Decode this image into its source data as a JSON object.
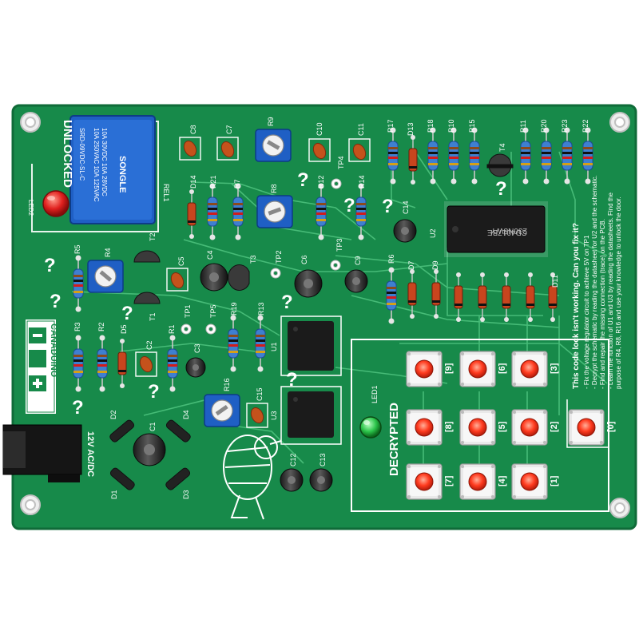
{
  "colors": {
    "board": "#178a4a",
    "board_dark": "#0f6b38",
    "trace": "#4fc47f",
    "silk": "#ffffff",
    "relay": "#1f5fc4",
    "led_red": "#e0201e",
    "led_green": "#2bc44a",
    "button_red": "#ff3b1f",
    "ic": "#1b1b1b",
    "pad": "#d9d9d9"
  },
  "board": {
    "relay_text": {
      "line1": "SONGLE",
      "line2": "10A 250VAC 10A 125VAC",
      "line3": "10A 30VDC 10A 28VDC",
      "line4": "SRD-09VDC-SL-C"
    },
    "unlocked": "UNLOCKED",
    "decrypted": "DECRYPTED",
    "brand": "CANADUINO",
    "power": "12V AC/DC",
    "ic_u2": {
      "line1": "230N8WY",
      "line2": "CD4017BE"
    },
    "instructions": {
      "line1": "This code lock isn't working. Can you fix it?",
      "line2": "- Fix the voltage regulator circuit to achieve 5V on TP1",
      "line3": "- Decrypt the schematic by reading the datasheet for U2 and the schematic.",
      "line4": "- Find and repair the missing connection (trace) on the PCB.",
      "line5": "- Learn the function of U1 and U3 by reading the datasheets. Find the",
      "line6": "purpose of R4, R8, R16 and use your knowledge to unlock the door."
    },
    "refs": {
      "REL1": "REL1",
      "LED2": "LED2",
      "LED1": "LED1",
      "C8": "C8",
      "C7": "C7",
      "R9": "R9",
      "C10": "C10",
      "C11": "C11",
      "TP4": "TP4",
      "R17": "R17",
      "D13": "D13",
      "R18": "R18",
      "R10": "R10",
      "R15": "R15",
      "T4": "T4",
      "R11": "R11",
      "R20": "R20",
      "R23": "R23",
      "R22": "R22",
      "D14": "D14",
      "R21": "R21",
      "R7": "R7",
      "R8": "R8",
      "R12": "R12",
      "R14": "R14",
      "C14": "C14",
      "U2": "U2",
      "R5": "R5",
      "R4": "R4",
      "T2": "T2",
      "C5": "C5",
      "C4": "C4",
      "T3": "T3",
      "TP2": "TP2",
      "C6": "C6",
      "TP3": "TP3",
      "C9": "C9",
      "R6": "R6",
      "D7": "D7",
      "D9": "D9",
      "D11": "D11",
      "T1": "T1",
      "R3": "R3",
      "R2": "R2",
      "D5": "D5",
      "R1": "R1",
      "TP1": "TP1",
      "R19": "R19",
      "R13": "R13",
      "U1": "U1",
      "C2": "C2",
      "C3": "C3",
      "R16": "R16",
      "C15": "C15",
      "U3": "U3",
      "D2": "D2",
      "D4": "D4",
      "C1": "C1",
      "D1": "D1",
      "D3": "D3",
      "C12": "C12",
      "C13": "C13",
      "TP5": "TP5"
    },
    "keypad": [
      {
        "label": "[9]"
      },
      {
        "label": "[6]"
      },
      {
        "label": "[3]"
      },
      {
        "label": "[8]"
      },
      {
        "label": "[5]"
      },
      {
        "label": "[2]"
      },
      {
        "label": "[0]"
      },
      {
        "label": "[7]"
      },
      {
        "label": "[4]"
      },
      {
        "label": "[1]"
      }
    ],
    "question_mark": "?"
  }
}
